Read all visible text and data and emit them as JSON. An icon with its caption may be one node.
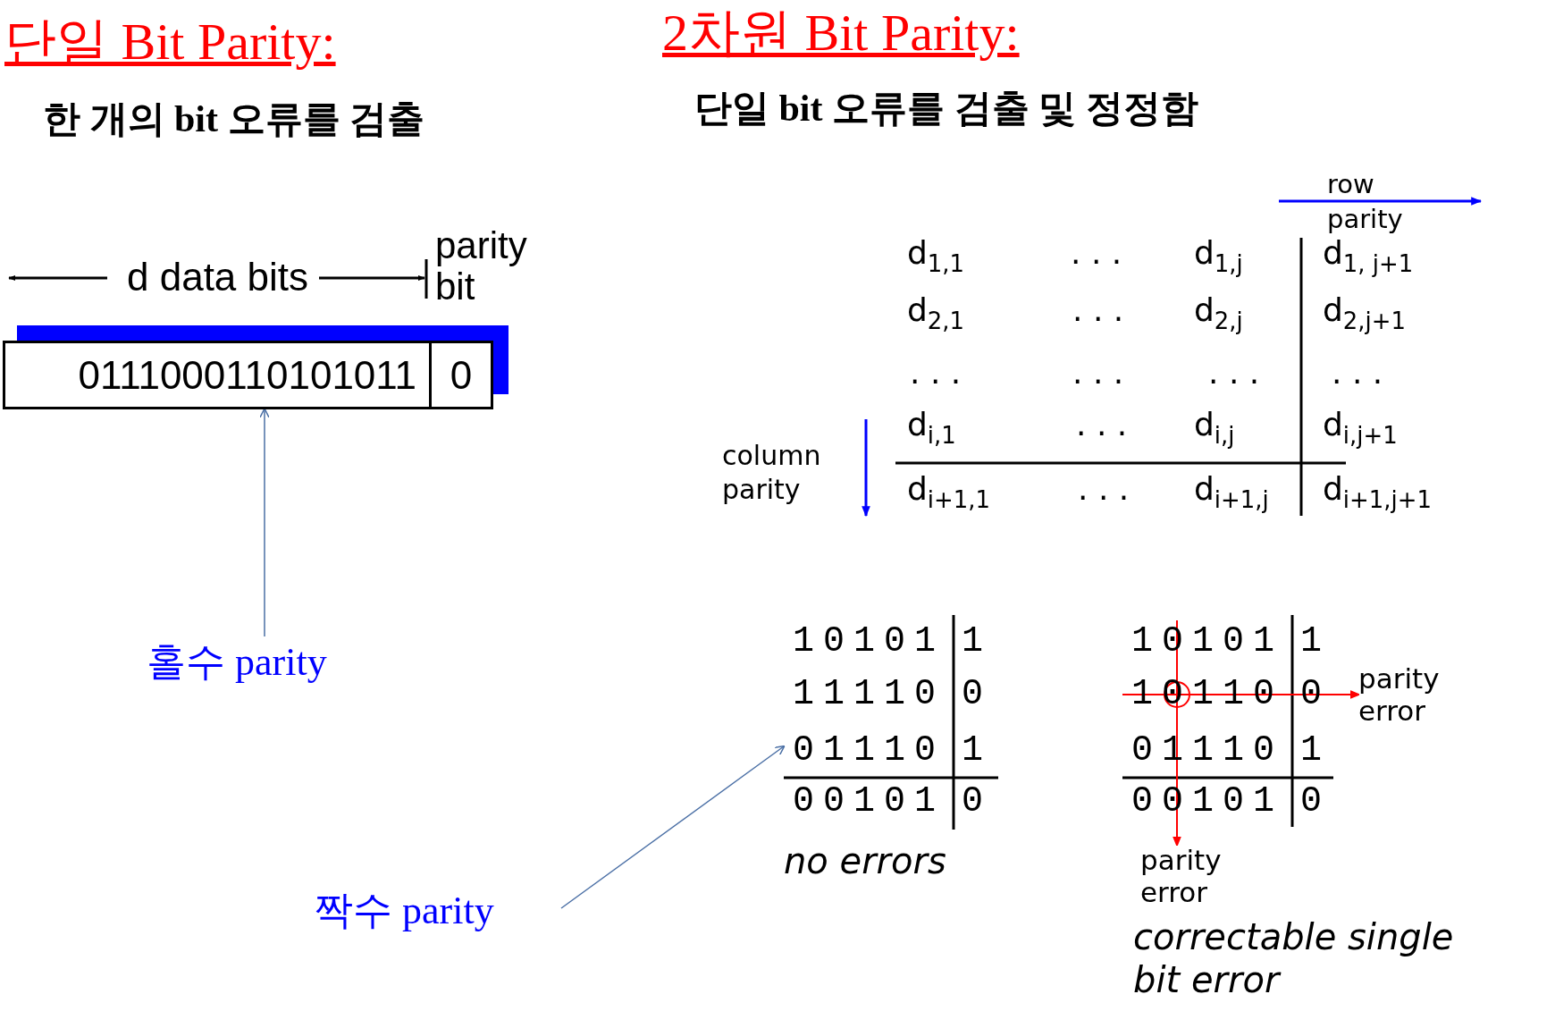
{
  "diagram": {
    "nodes": [
      {
        "text": [
          "0111000110101011"
        ]
      },
      {
        "text": [
          "0"
        ]
      },
      {
        "text": [
          "홀수 parity"
        ]
      },
      {
        "text": [
          "짝수 parity"
        ]
      },
      {
        "text": [
          "10101",
          "1",
          "11110",
          "0",
          "01110",
          "1",
          "00101",
          "0"
        ],
        "beside": [
          "no errors"
        ]
      },
      {
        "text": [
          "10101",
          "1",
          "10110",
          "0",
          "01110",
          "1",
          "00101",
          "0"
        ]
      },
      {
        "text": [
          "parity error"
        ]
      },
      {
        "text": [
          "parity error"
        ]
      }
    ],
    "edges": [
      {
        "from": 2,
        "to": 0,
        "arrow": "to",
        "color": "#4a6fa5"
      },
      {
        "from": 3,
        "to": 4,
        "arrow": "to",
        "color": "#4a6fa5"
      },
      {
        "from": 5,
        "to": 6,
        "arrow": "to",
        "color": "#ff0000"
      },
      {
        "from": 5,
        "to": 7,
        "arrow": "to",
        "color": "#ff0000"
      }
    ],
    "labels": [
      "단일 Bit Parity:",
      "2차원 Bit Parity:",
      "한 개의 bit 오류를 검출",
      "단일 bit 오류를 검출 및 정정함",
      "d data bits",
      "parity bit",
      "row parity",
      "d$_{1,1}$",
      ". . .",
      "d$_{1,j}$",
      "d$_{1, j+1}$",
      "d$_{2,1}$",
      ". . .",
      "d$_{2,j}$",
      "d$_{2,j+1}$",
      ". . .",
      ". . .",
      ". . .",
      ". . .",
      "d$_{i,1}$",
      ". . .",
      "d$_{i,j}$",
      "d$_{i,j+1}$",
      "column parity",
      "d$_{i+1,1}$",
      ". . .",
      "d$_{i+1,j}$",
      "d$_{i+1,j+1}$",
      "correctable single bit error"
    ]
  }
}
